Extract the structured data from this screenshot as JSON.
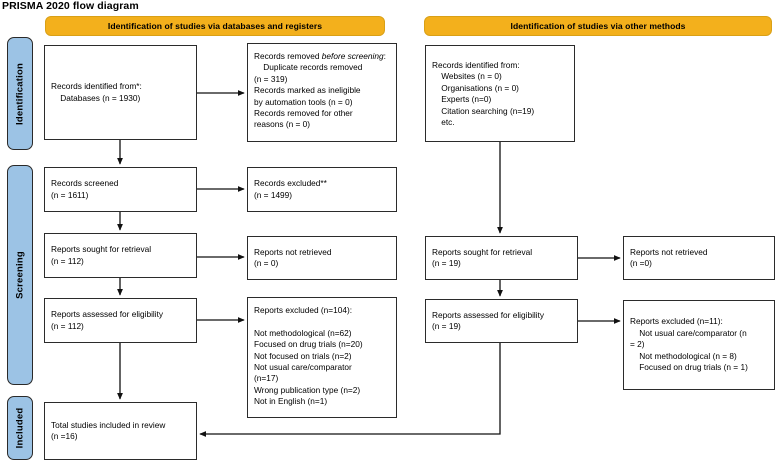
{
  "title": "PRISMA 2020 flow diagram",
  "stages": [
    {
      "id": "identification",
      "label": "Identification"
    },
    {
      "id": "screening",
      "label": "Screening"
    },
    {
      "id": "included",
      "label": "Included"
    }
  ],
  "banners": [
    {
      "id": "databases",
      "label": "Identification of studies via databases and registers"
    },
    {
      "id": "other-methods",
      "label": "Identification of studies via other methods"
    }
  ],
  "colors": {
    "stage_bar": "#9CC3E5",
    "banner": "#F3B01C",
    "box_border": "#2b2b2b",
    "background": "#ffffff"
  },
  "boxes": {
    "records_identified": {
      "name": "records-identified",
      "line1": "Records identified from*:",
      "line2": "    Databases (n = 1930)"
    },
    "records_removed": {
      "name": "records-removed-before-screening",
      "lead_plain": "Records removed ",
      "lead_italic": "before screening",
      "lead_colon": ":",
      "items": "    Duplicate records removed\n(n = 319)\nRecords marked as ineligible\nby automation tools (n = 0)\nRecords removed for other\nreasons (n = 0)"
    },
    "records_screened": {
      "name": "records-screened",
      "text": "Records screened\n(n = 1611)"
    },
    "records_excluded": {
      "name": "records-excluded",
      "text": "Records excluded**\n(n = 1499)"
    },
    "reports_sought": {
      "name": "reports-sought-for-retrieval",
      "text": "Reports sought for retrieval\n(n = 112)"
    },
    "reports_not_retrieved": {
      "name": "reports-not-retrieved",
      "text": "Reports not retrieved\n(n = 0)"
    },
    "reports_assessed": {
      "name": "reports-assessed-for-eligibility",
      "text": "Reports assessed for eligibility\n(n = 112)"
    },
    "reports_excluded": {
      "name": "reports-excluded",
      "text": "Reports excluded (n=104):\n\nNot methodological (n=62)\nFocused on drug trials (n=20)\nNot focused on trials (n=2)\nNot usual care/comparator\n(n=17)\nWrong publication type (n=2)\nNot in English (n=1)"
    },
    "total_included": {
      "name": "total-studies-included-in-review",
      "text": "Total studies included in review\n(n =16)"
    },
    "other_identified": {
      "name": "records-identified-other-methods",
      "text": "Records identified from:\n    Websites (n = 0)\n    Organisations (n = 0)\n    Experts (n=0)\n    Citation searching (n=19)\n    etc."
    },
    "other_sought": {
      "name": "reports-sought-for-retrieval-other",
      "text": "Reports sought for retrieval\n(n = 19)"
    },
    "other_not_retrieved": {
      "name": "reports-not-retrieved-other",
      "text": "Reports not retrieved\n(n =0)"
    },
    "other_assessed": {
      "name": "reports-assessed-for-eligibility-other",
      "text": "Reports assessed for eligibility\n(n = 19)"
    },
    "other_excluded": {
      "name": "reports-excluded-other",
      "text": "Reports excluded (n=11):\n    Not usual care/comparator (n\n= 2)\n    Not methodological (n = 8)\n    Focused on drug trials (n = 1)"
    }
  }
}
